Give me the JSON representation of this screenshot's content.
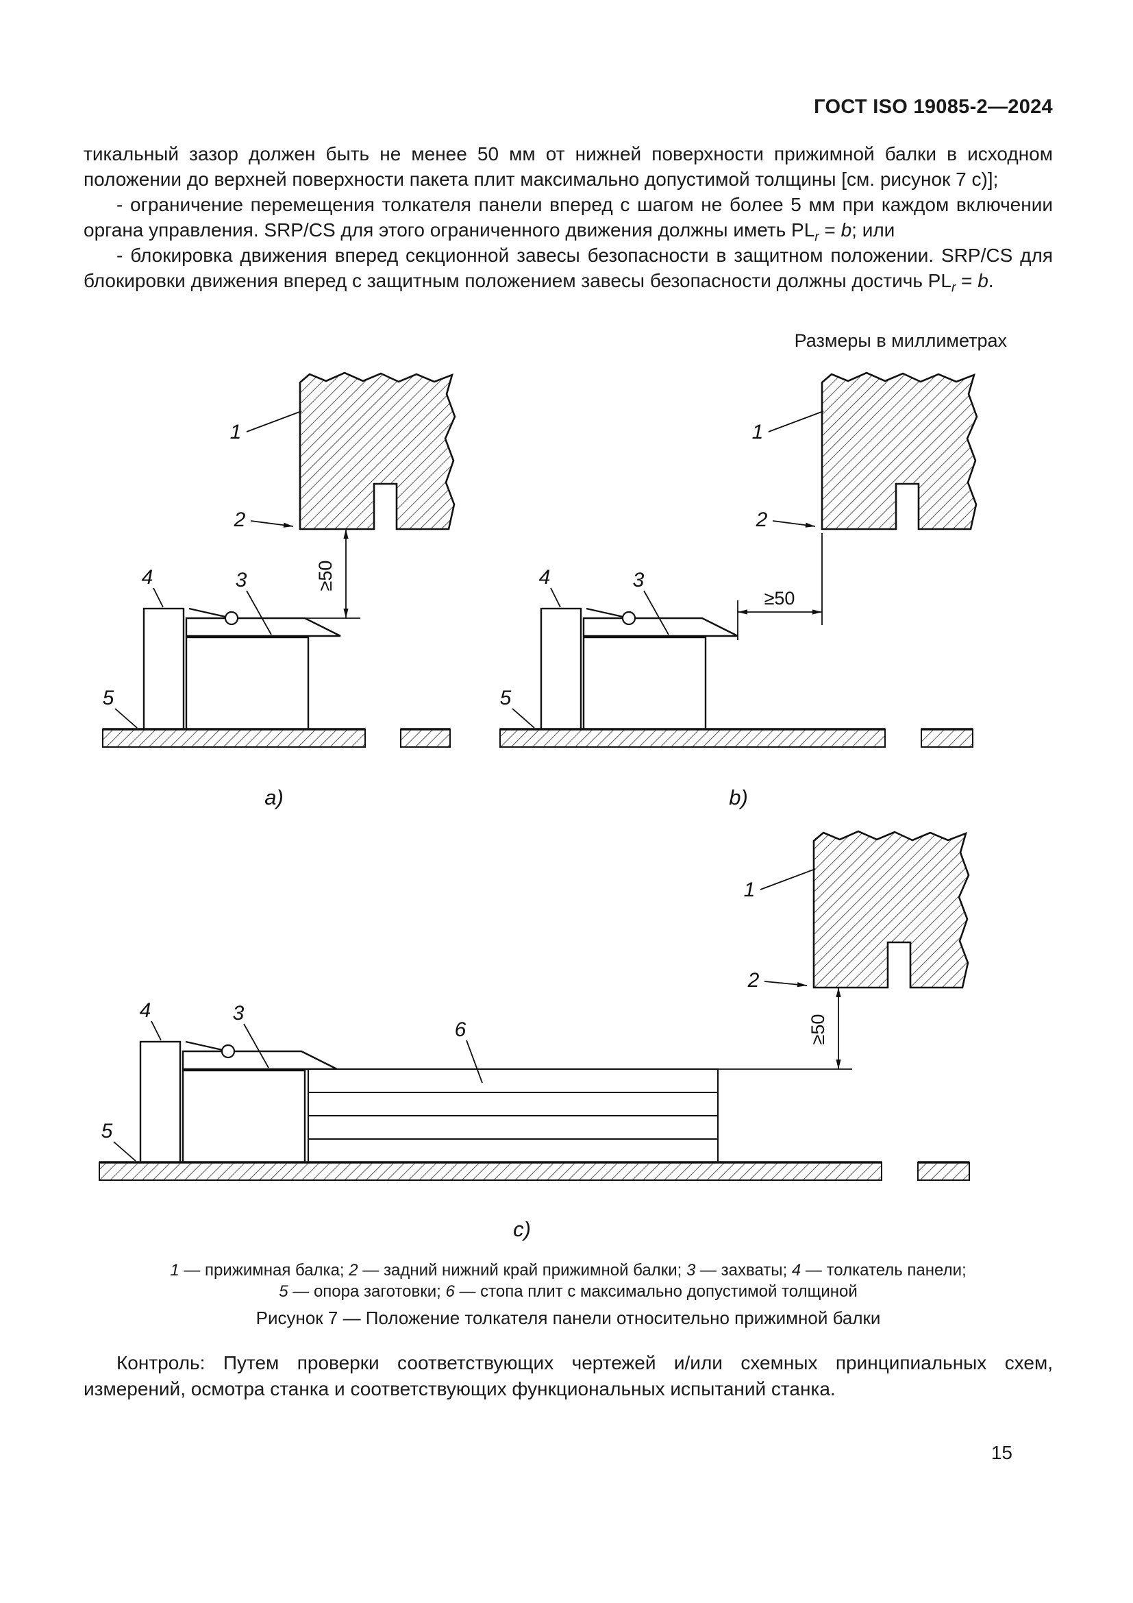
{
  "page": {
    "header": "ГОСТ ISO 19085-2—2024",
    "dimensions_note": "Размеры в миллиметрах",
    "page_number": "15",
    "colors": {
      "ink": "#1a1a1a",
      "paper": "#ffffff"
    }
  },
  "body": {
    "p1": "тикальный зазор должен быть не менее 50 мм от нижней поверхности прижимной балки в исходном положении до верхней поверхности пакета плит максимально допустимой толщины [см. рисунок 7 с)];",
    "p2": [
      {
        "t": "- ограничение перемещения толкателя панели вперед с шагом не более 5 мм при каждом включении органа управления. SRP/CS для этого ограниченного движения должны иметь PL"
      },
      {
        "t": "r",
        "s": "sub"
      },
      {
        "t": " = "
      },
      {
        "t": "b",
        "s": "i"
      },
      {
        "t": "; или"
      }
    ],
    "p3": [
      {
        "t": "- блокировка движения вперед секционной завесы безопасности в защитном положении. SRP/CS для блокировки движения вперед с защитным положением завесы безопасности должны достичь PL"
      },
      {
        "t": "r",
        "s": "sub"
      },
      {
        "t": " = "
      },
      {
        "t": "b",
        "s": "i"
      },
      {
        "t": "."
      }
    ],
    "control": "Контроль: Путем проверки соответствующих чертежей и/или схемных принципиальных схем, измерений, осмотра станка и соответствующих функциональных испытаний станка."
  },
  "figure": {
    "labels": {
      "n1": "1",
      "n2": "2",
      "n3": "3",
      "n4": "4",
      "n5": "5",
      "n6": "6"
    },
    "dim": "≥50",
    "sub_a": "a)",
    "sub_b": "b)",
    "sub_c": "c)",
    "legend1": [
      {
        "t": "1",
        "s": "i"
      },
      {
        "t": " — прижимная балка; "
      },
      {
        "t": "2",
        "s": "i"
      },
      {
        "t": " — задний нижний край прижимной балки; "
      },
      {
        "t": "3",
        "s": "i"
      },
      {
        "t": " — захваты; "
      },
      {
        "t": "4",
        "s": "i"
      },
      {
        "t": " — толкатель панели;"
      }
    ],
    "legend2": [
      {
        "t": "5",
        "s": "i"
      },
      {
        "t": " — опора заготовки; "
      },
      {
        "t": "6",
        "s": "i"
      },
      {
        "t": " — стопа плит с максимально допустимой толщиной"
      }
    ],
    "caption": "Рисунок 7 — Положение толкателя панели относительно прижимной балки"
  }
}
